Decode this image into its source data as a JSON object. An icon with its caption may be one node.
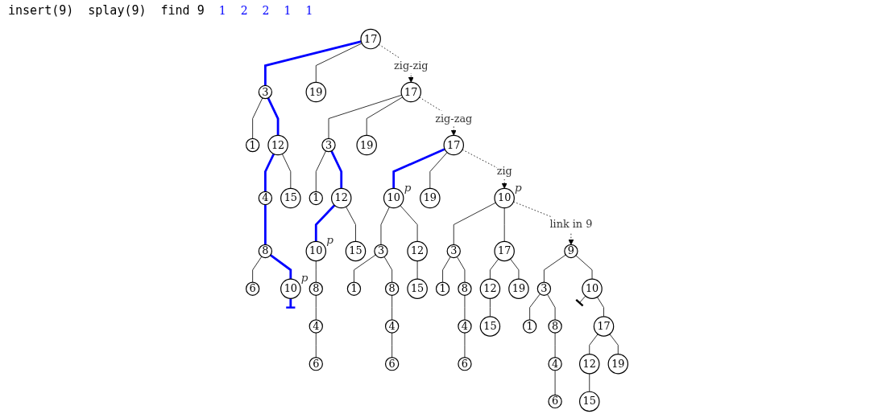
{
  "diagram": {
    "nodes": [
      {
        "text": [
          "17"
        ]
      },
      {
        "text": [
          "3"
        ]
      },
      {
        "text": [
          "19"
        ]
      },
      {
        "text": [
          "1"
        ]
      },
      {
        "text": [
          "12"
        ]
      },
      {
        "text": [
          "4"
        ]
      },
      {
        "text": [
          "15"
        ]
      },
      {
        "text": [
          "8"
        ]
      },
      {
        "text": [
          "6"
        ]
      },
      {
        "text": [
          "10"
        ],
        "beside": [
          "p"
        ]
      },
      {
        "text": [
          "17"
        ]
      },
      {
        "text": [
          "3"
        ]
      },
      {
        "text": [
          "19"
        ]
      },
      {
        "text": [
          "1"
        ]
      },
      {
        "text": [
          "12"
        ]
      },
      {
        "text": [
          "10"
        ],
        "beside": [
          "p"
        ]
      },
      {
        "text": [
          "15"
        ]
      },
      {
        "text": [
          "8"
        ]
      },
      {
        "text": [
          "4"
        ]
      },
      {
        "text": [
          "6"
        ]
      },
      {
        "text": [
          "17"
        ]
      },
      {
        "text": [
          "10"
        ],
        "beside": [
          "p"
        ]
      },
      {
        "text": [
          "19"
        ]
      },
      {
        "text": [
          "3"
        ]
      },
      {
        "text": [
          "12"
        ]
      },
      {
        "text": [
          "1"
        ]
      },
      {
        "text": [
          "8"
        ]
      },
      {
        "text": [
          "15"
        ]
      },
      {
        "text": [
          "4"
        ]
      },
      {
        "text": [
          "6"
        ]
      },
      {
        "text": [
          "10"
        ],
        "beside": [
          "p"
        ]
      },
      {
        "text": [
          "3"
        ]
      },
      {
        "text": [
          "17"
        ]
      },
      {
        "text": [
          "1"
        ]
      },
      {
        "text": [
          "8"
        ]
      },
      {
        "text": [
          "12"
        ]
      },
      {
        "text": [
          "19"
        ]
      },
      {
        "text": [
          "4"
        ]
      },
      {
        "text": [
          "15"
        ]
      },
      {
        "text": [
          "6"
        ]
      },
      {
        "text": [
          "9"
        ]
      },
      {
        "text": [
          "3"
        ]
      },
      {
        "text": [
          "10"
        ]
      },
      {
        "text": [
          "1"
        ]
      },
      {
        "text": [
          "8"
        ]
      },
      {
        "text": [
          "17"
        ]
      },
      {
        "text": [
          "4"
        ]
      },
      {
        "text": [
          "12"
        ]
      },
      {
        "text": [
          "19"
        ]
      },
      {
        "text": [
          "6"
        ]
      },
      {
        "text": [
          "15"
        ]
      }
    ],
    "edges": [
      {
        "from": 0,
        "to": 1,
        "arrow": "none",
        "style": "thick",
        "color": "#0000ff"
      },
      {
        "from": 0,
        "to": 2,
        "arrow": "none"
      },
      {
        "from": 1,
        "to": 3,
        "arrow": "none"
      },
      {
        "from": 1,
        "to": 4,
        "arrow": "none",
        "style": "thick",
        "color": "#0000ff"
      },
      {
        "from": 4,
        "to": 5,
        "arrow": "none",
        "style": "thick",
        "color": "#0000ff"
      },
      {
        "from": 4,
        "to": 6,
        "arrow": "none"
      },
      {
        "from": 5,
        "to": 7,
        "arrow": "none",
        "style": "thick",
        "color": "#0000ff"
      },
      {
        "from": 7,
        "to": 8,
        "arrow": "none"
      },
      {
        "from": 7,
        "to": 9,
        "arrow": "none",
        "style": "thick",
        "color": "#0000ff"
      },
      {
        "from": 9,
        "to": null,
        "arrow": "other",
        "style": "thick",
        "color": "#0000ff"
      },
      {
        "from": 0,
        "to": 10,
        "arrow": "to",
        "label": "zig-zig",
        "style": "dashed"
      },
      {
        "from": 10,
        "to": 11,
        "arrow": "none"
      },
      {
        "from": 10,
        "to": 12,
        "arrow": "none"
      },
      {
        "from": 11,
        "to": 13,
        "arrow": "none"
      },
      {
        "from": 11,
        "to": 14,
        "arrow": "none",
        "style": "thick",
        "color": "#0000ff"
      },
      {
        "from": 14,
        "to": 15,
        "arrow": "none",
        "style": "thick",
        "color": "#0000ff"
      },
      {
        "from": 14,
        "to": 16,
        "arrow": "none"
      },
      {
        "from": 15,
        "to": 17,
        "arrow": "none"
      },
      {
        "from": 17,
        "to": 18,
        "arrow": "none"
      },
      {
        "from": 18,
        "to": 19,
        "arrow": "none"
      },
      {
        "from": 10,
        "to": 20,
        "arrow": "to",
        "label": "zig-zag",
        "style": "dashed"
      },
      {
        "from": 20,
        "to": 21,
        "arrow": "none",
        "style": "thick",
        "color": "#0000ff"
      },
      {
        "from": 20,
        "to": 22,
        "arrow": "none"
      },
      {
        "from": 21,
        "to": 23,
        "arrow": "none"
      },
      {
        "from": 21,
        "to": 24,
        "arrow": "none"
      },
      {
        "from": 23,
        "to": 25,
        "arrow": "none"
      },
      {
        "from": 23,
        "to": 26,
        "arrow": "none"
      },
      {
        "from": 24,
        "to": 27,
        "arrow": "none"
      },
      {
        "from": 26,
        "to": 28,
        "arrow": "none"
      },
      {
        "from": 28,
        "to": 29,
        "arrow": "none"
      },
      {
        "from": 20,
        "to": 30,
        "arrow": "to",
        "label": "zig",
        "style": "dashed"
      },
      {
        "from": 30,
        "to": 31,
        "arrow": "none"
      },
      {
        "from": 30,
        "to": 32,
        "arrow": "none"
      },
      {
        "from": 31,
        "to": 33,
        "arrow": "none"
      },
      {
        "from": 31,
        "to": 34,
        "arrow": "none"
      },
      {
        "from": 32,
        "to": 35,
        "arrow": "none"
      },
      {
        "from": 32,
        "to": 36,
        "arrow": "none"
      },
      {
        "from": 34,
        "to": 37,
        "arrow": "none"
      },
      {
        "from": 35,
        "to": 38,
        "arrow": "none"
      },
      {
        "from": 37,
        "to": 39,
        "arrow": "none"
      },
      {
        "from": 30,
        "to": 40,
        "arrow": "to",
        "label": "link in 9",
        "style": "dashed"
      },
      {
        "from": 40,
        "to": 41,
        "arrow": "none"
      },
      {
        "from": 40,
        "to": 42,
        "arrow": "none"
      },
      {
        "from": 41,
        "to": 43,
        "arrow": "none"
      },
      {
        "from": 41,
        "to": 44,
        "arrow": "none"
      },
      {
        "from": 42,
        "to": null,
        "arrow": "other"
      },
      {
        "from": 42,
        "to": 45,
        "arrow": "none"
      },
      {
        "from": 44,
        "to": 46,
        "arrow": "none"
      },
      {
        "from": 45,
        "to": 47,
        "arrow": "none"
      },
      {
        "from": 45,
        "to": 48,
        "arrow": "none"
      },
      {
        "from": 46,
        "to": 49,
        "arrow": "none"
      },
      {
        "from": 47,
        "to": 50,
        "arrow": "none"
      }
    ],
    "labels": [
      "insert(9)",
      "splay(9)",
      "find 9",
      "1",
      "2",
      "2",
      "1",
      "1"
    ]
  }
}
